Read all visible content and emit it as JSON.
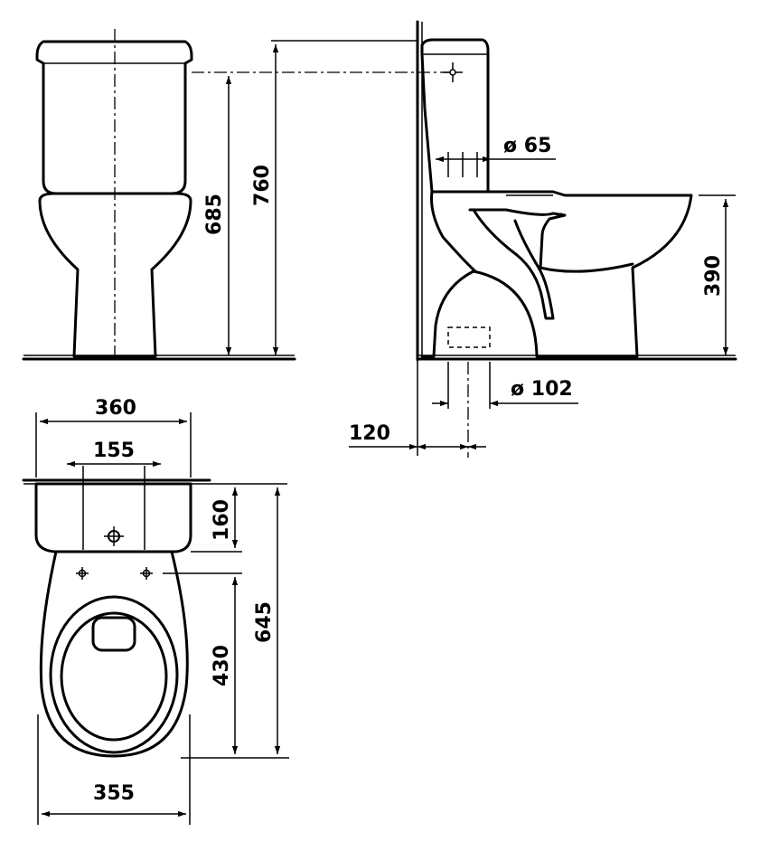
{
  "dimensions": {
    "front_view": {
      "inlet_height": "685",
      "total_height": "760"
    },
    "side_view": {
      "inlet_diameter": "ø 65",
      "bowl_height": "390",
      "outlet_diameter": "ø 102",
      "outlet_wall_distance": "120"
    },
    "top_view": {
      "cistern_width": "360",
      "fixing_spacing": "155",
      "cistern_depth": "160",
      "total_depth": "645",
      "bowl_depth": "430",
      "bowl_width": "355"
    }
  },
  "colors": {
    "ink": "#000000",
    "paper": "#ffffff"
  }
}
